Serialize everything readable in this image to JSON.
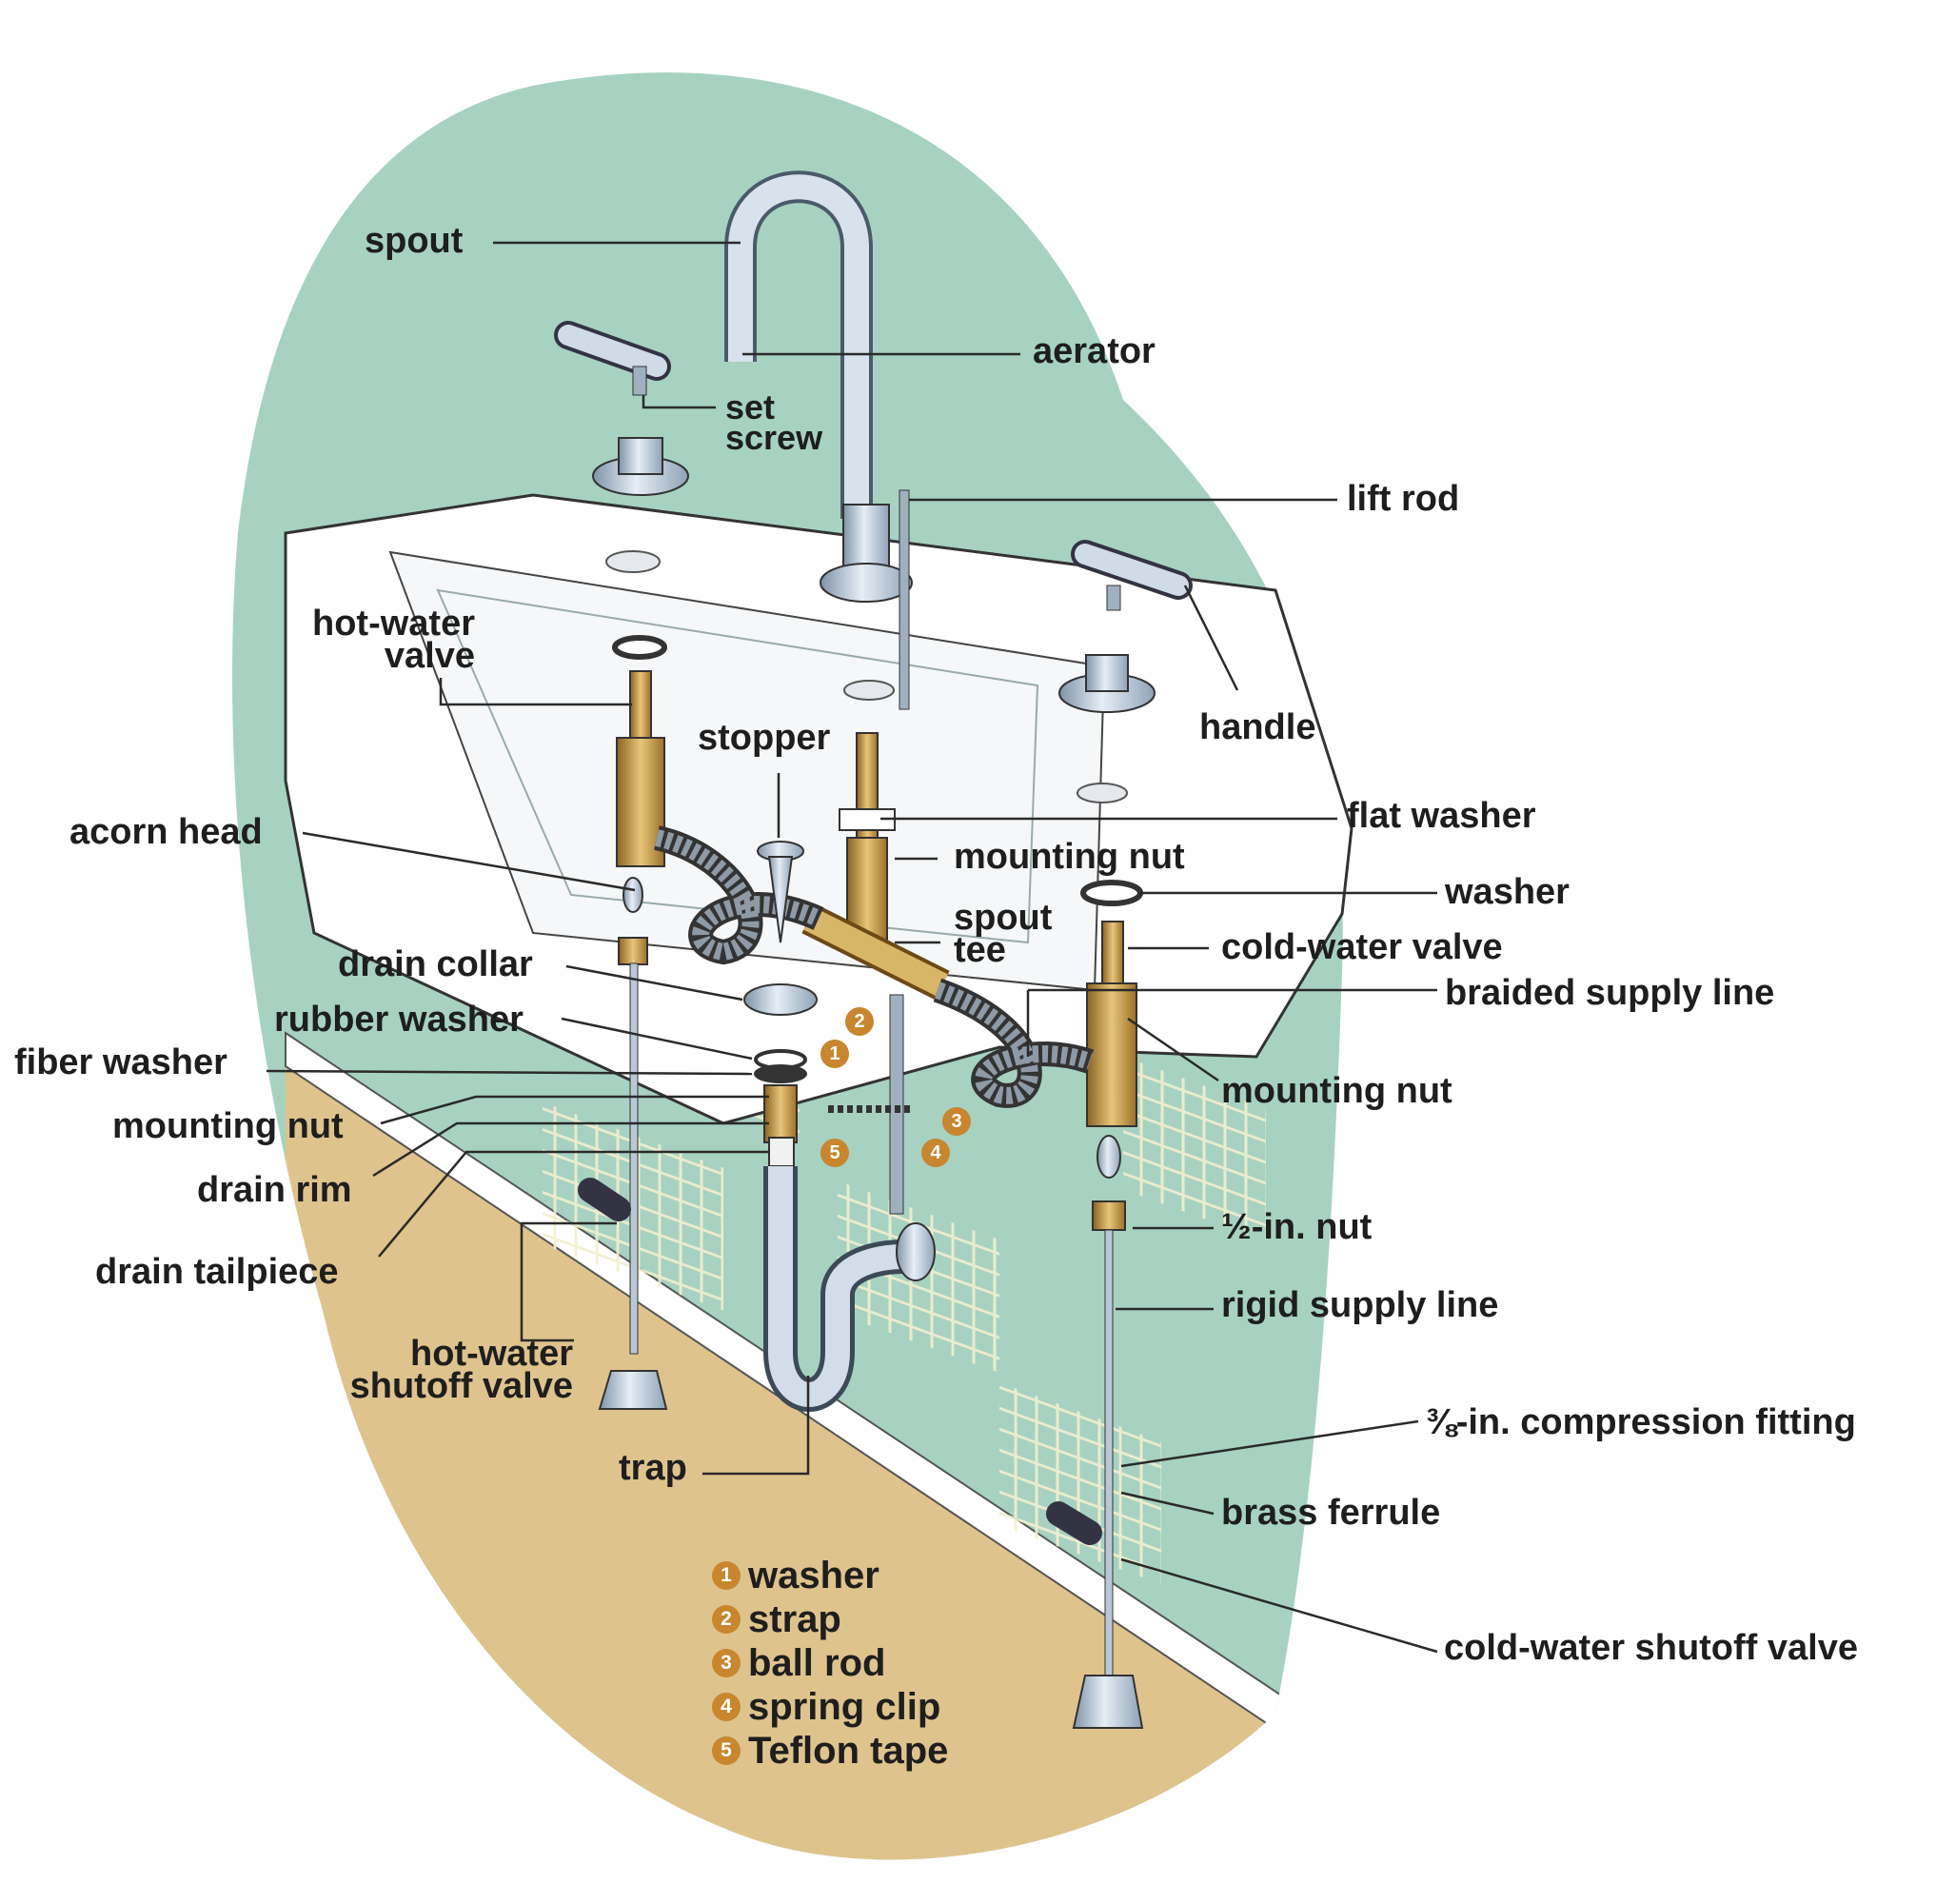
{
  "colors": {
    "wall": "#a7d2c1",
    "floor": "#dfc38d",
    "sink": "#ffffff",
    "chrome": "#c4d4e2",
    "brass": "#c99a3e",
    "tile_grid": "#efecc9",
    "badge": "#c8862e",
    "leader": "#2a2a2a"
  },
  "labels": {
    "spout": "spout",
    "aerator": "aerator",
    "set_screw": [
      "set",
      "screw"
    ],
    "lift_rod": "lift rod",
    "hot_water_valve": [
      "hot-water",
      "valve"
    ],
    "handle": "handle",
    "stopper": "stopper",
    "flat_washer": "flat washer",
    "acorn_head": "acorn head",
    "mounting_nut_top": "mounting nut",
    "spout_tee": [
      "spout",
      "tee"
    ],
    "washer": "washer",
    "cold_water_valve": "cold-water valve",
    "drain_collar": "drain collar",
    "braided_supply_line": "braided supply line",
    "rubber_washer": "rubber washer",
    "fiber_washer": "fiber washer",
    "mounting_nut_right": "mounting nut",
    "mounting_nut_left": "mounting nut",
    "drain_rim": "drain rim",
    "half_inch_nut": "½-in. nut",
    "drain_tailpiece": "drain tailpiece",
    "rigid_supply_line": "rigid supply line",
    "hot_water_shutoff_valve": [
      "hot-water",
      "shutoff valve"
    ],
    "compression_fitting": "⅜-in. compression fitting",
    "trap": "trap",
    "brass_ferrule": "brass ferrule",
    "cold_water_shutoff_valve": "cold-water shutoff valve"
  },
  "callout_numbers": [
    "1",
    "2",
    "3",
    "4",
    "5"
  ],
  "legend": [
    {
      "num": "1",
      "text": "washer"
    },
    {
      "num": "2",
      "text": "strap"
    },
    {
      "num": "3",
      "text": "ball rod"
    },
    {
      "num": "4",
      "text": "spring clip"
    },
    {
      "num": "5",
      "text": "Teflon tape"
    }
  ]
}
